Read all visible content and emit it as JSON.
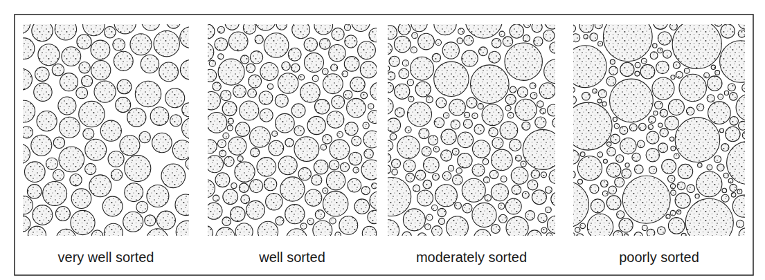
{
  "diagram": {
    "labels": [
      "very well sorted",
      "well sorted",
      "moderately sorted",
      "poorly sorted"
    ]
  }
}
